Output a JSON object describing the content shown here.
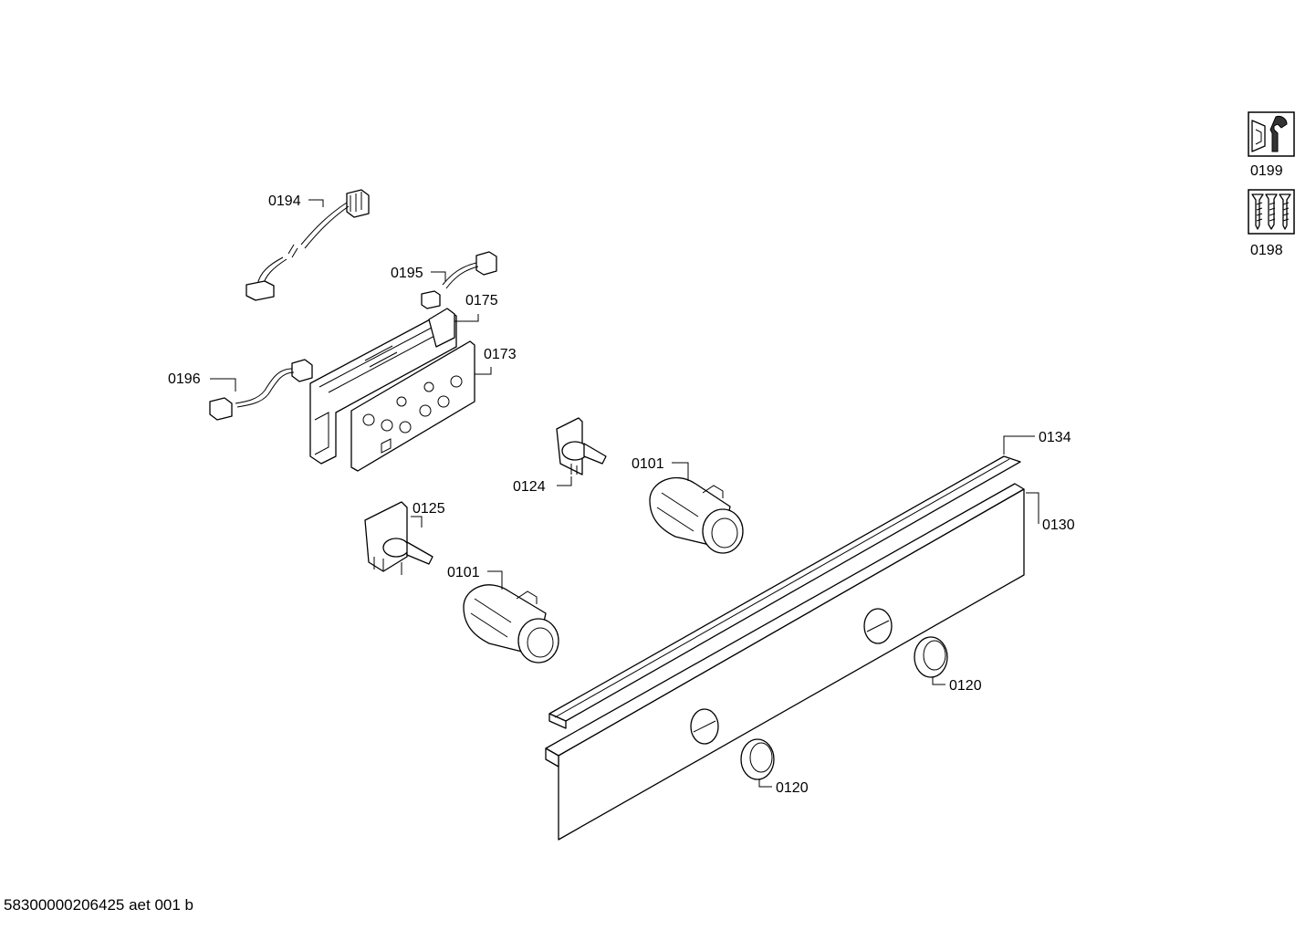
{
  "document_id": "58300000206425 aet 001 b",
  "parts": [
    {
      "id": "0194",
      "label": "0194"
    },
    {
      "id": "0195",
      "label": "0195"
    },
    {
      "id": "0175",
      "label": "0175"
    },
    {
      "id": "0173",
      "label": "0173"
    },
    {
      "id": "0196",
      "label": "0196"
    },
    {
      "id": "0124",
      "label": "0124"
    },
    {
      "id": "0101-a",
      "label": "0101"
    },
    {
      "id": "0125",
      "label": "0125"
    },
    {
      "id": "0101-b",
      "label": "0101"
    },
    {
      "id": "0134",
      "label": "0134"
    },
    {
      "id": "0130",
      "label": "0130"
    },
    {
      "id": "0120-a",
      "label": "0120"
    },
    {
      "id": "0120-b",
      "label": "0120"
    }
  ],
  "kits": [
    {
      "id": "0199",
      "label": "0199",
      "icon": "wrench-bolt-icon"
    },
    {
      "id": "0198",
      "label": "0198",
      "icon": "screws-icon"
    }
  ]
}
